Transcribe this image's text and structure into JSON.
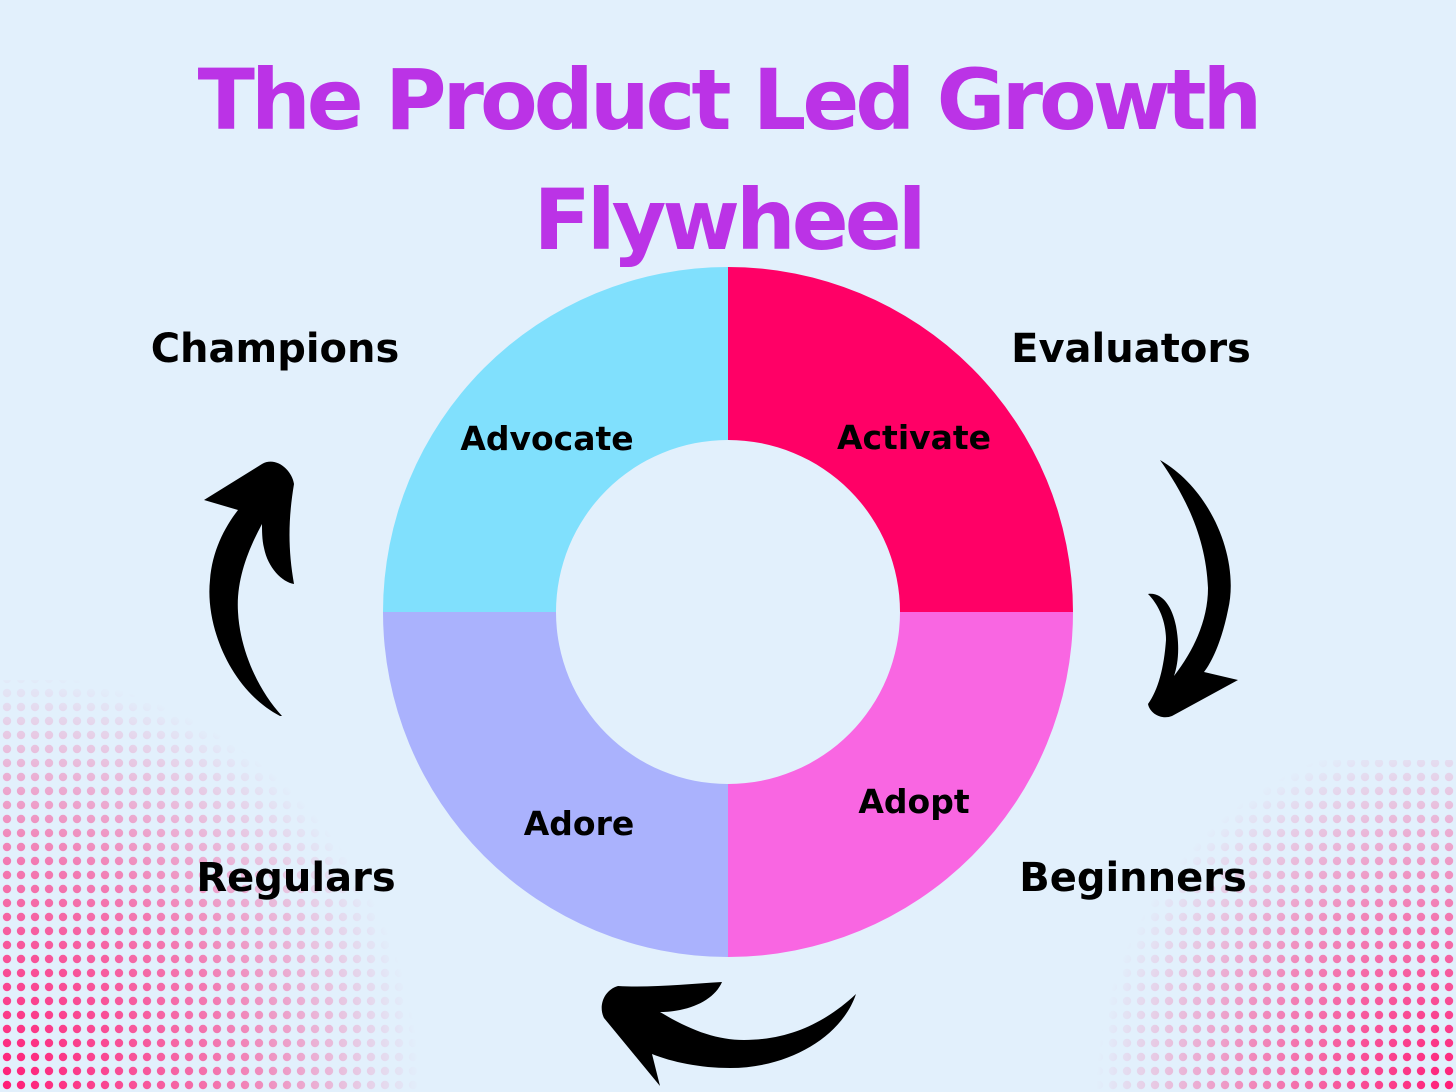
{
  "title": "The Product Led Growth Flywheel",
  "colors": {
    "background": "#e2f0fc",
    "title": "#bb33e6",
    "advocate": "#80e0fd",
    "activate": "#ff0066",
    "adopt": "#f966e2",
    "adore": "#aab2fd",
    "arrow": "#000000",
    "halftone": "#ff1a75"
  },
  "wheel": {
    "segments": [
      {
        "label": "Advocate",
        "color_key": "advocate"
      },
      {
        "label": "Activate",
        "color_key": "activate"
      },
      {
        "label": "Adopt",
        "color_key": "adopt"
      },
      {
        "label": "Adore",
        "color_key": "adore"
      }
    ]
  },
  "roles": {
    "top_left": "Champions",
    "top_right": "Evaluators",
    "bottom_right": "Beginners",
    "bottom_left": "Regulars"
  },
  "arrows": [
    {
      "name": "arrow-evaluators-to-beginners",
      "icon": "curved-arrow-down-icon"
    },
    {
      "name": "arrow-beginners-to-regulars",
      "icon": "curved-arrow-left-icon"
    },
    {
      "name": "arrow-regulars-to-champions",
      "icon": "curved-arrow-up-icon"
    }
  ]
}
